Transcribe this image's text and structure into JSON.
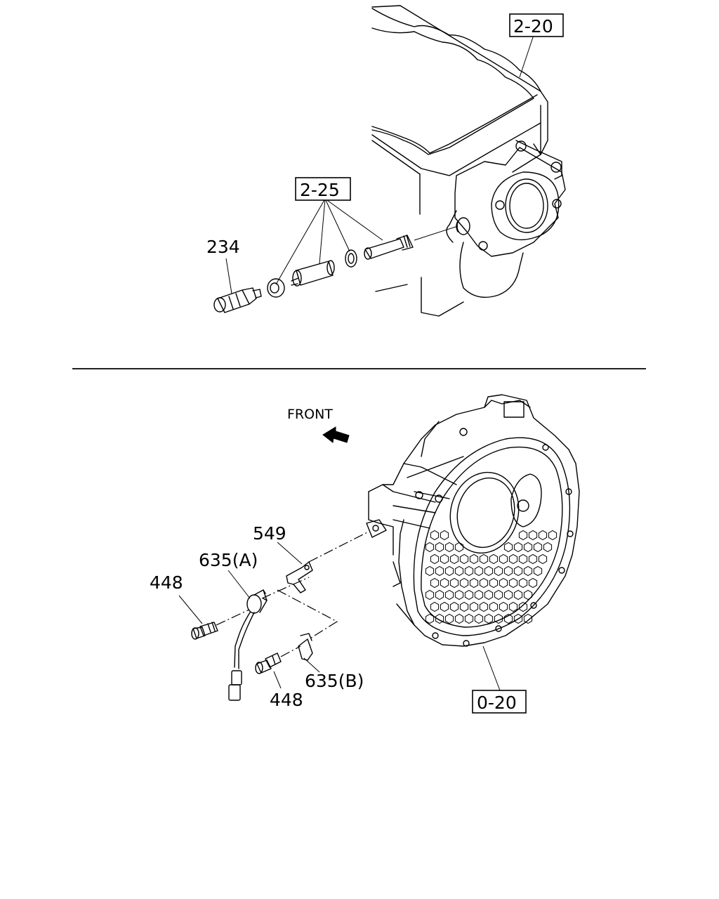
{
  "labels": {
    "ref_2_20": "2-20",
    "ref_2_25": "2-25",
    "ref_0_20": "0-20",
    "part_234": "234",
    "part_549": "549",
    "part_635a": "635(A)",
    "part_635b": "635(B)",
    "part_448_top": "448",
    "part_448_bottom": "448",
    "front": "FRONT"
  }
}
